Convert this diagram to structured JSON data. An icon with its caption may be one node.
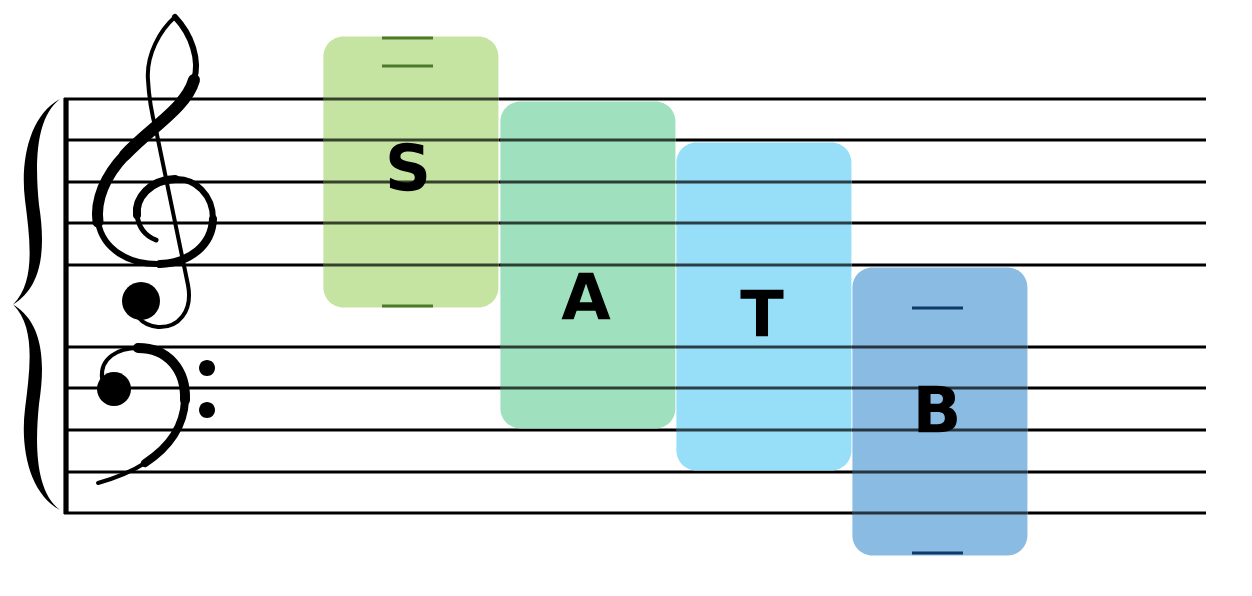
{
  "diagram": {
    "nodes": [
      {
        "text": [
          "S"
        ]
      },
      {
        "text": [
          "A"
        ]
      },
      {
        "text": [
          "T"
        ]
      },
      {
        "text": [
          "B"
        ]
      }
    ]
  }
}
